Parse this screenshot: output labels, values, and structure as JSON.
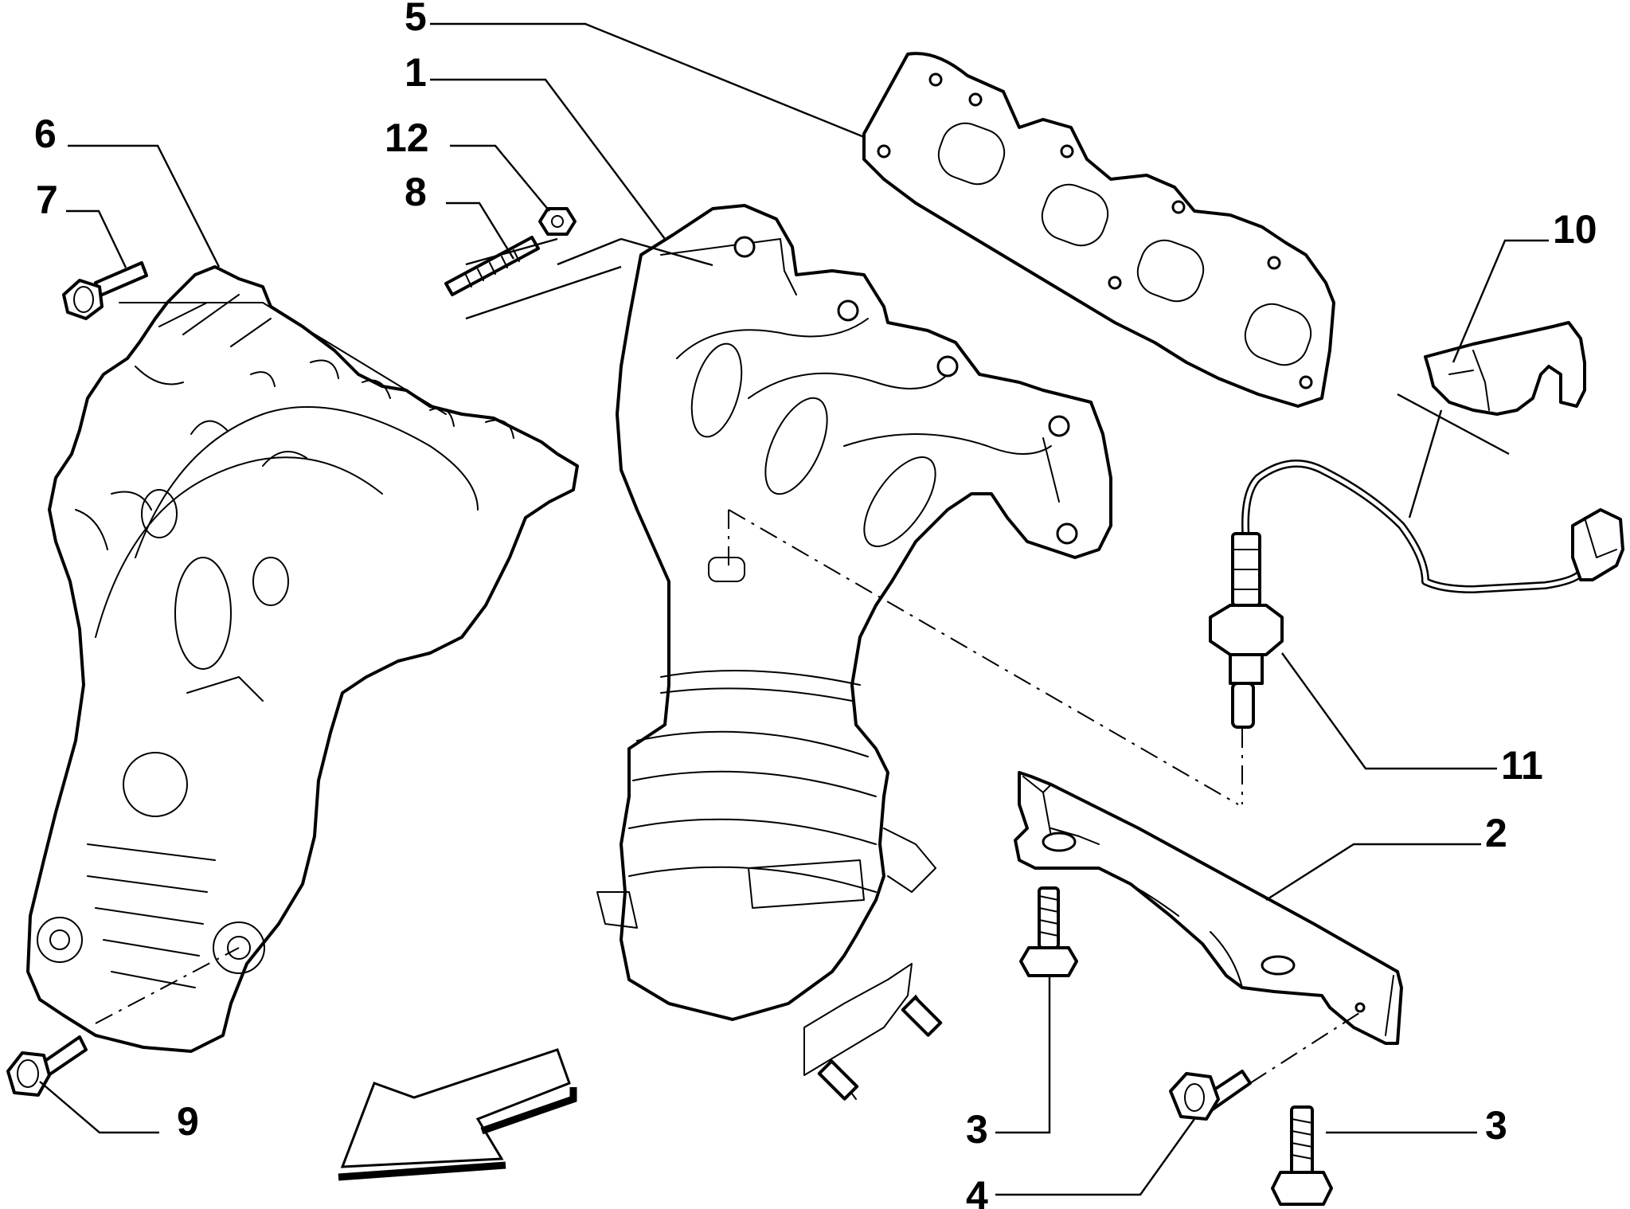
{
  "diagram": {
    "callouts": [
      {
        "id": "c5",
        "label": "5"
      },
      {
        "id": "c1",
        "label": "1"
      },
      {
        "id": "c6",
        "label": "6"
      },
      {
        "id": "c12",
        "label": "12"
      },
      {
        "id": "c7",
        "label": "7"
      },
      {
        "id": "c8",
        "label": "8"
      },
      {
        "id": "c10",
        "label": "10"
      },
      {
        "id": "c11",
        "label": "11"
      },
      {
        "id": "c2",
        "label": "2"
      },
      {
        "id": "c9",
        "label": "9"
      },
      {
        "id": "c3a",
        "label": "3"
      },
      {
        "id": "c3b",
        "label": "3"
      },
      {
        "id": "c4",
        "label": "4"
      }
    ],
    "parts": [
      {
        "id": "1",
        "name": "exhaust-manifold-catalytic-converter"
      },
      {
        "id": "2",
        "name": "manifold-support-bracket"
      },
      {
        "id": "3",
        "name": "flange-bolt"
      },
      {
        "id": "4",
        "name": "flange-bolt"
      },
      {
        "id": "5",
        "name": "manifold-gasket"
      },
      {
        "id": "6",
        "name": "heat-shield"
      },
      {
        "id": "7",
        "name": "heat-shield-bolt"
      },
      {
        "id": "8",
        "name": "stud"
      },
      {
        "id": "9",
        "name": "heat-shield-bolt"
      },
      {
        "id": "10",
        "name": "sensor-clip"
      },
      {
        "id": "11",
        "name": "oxygen-sensor"
      },
      {
        "id": "12",
        "name": "nut"
      }
    ],
    "orientation_arrow": "front-direction-arrow"
  }
}
